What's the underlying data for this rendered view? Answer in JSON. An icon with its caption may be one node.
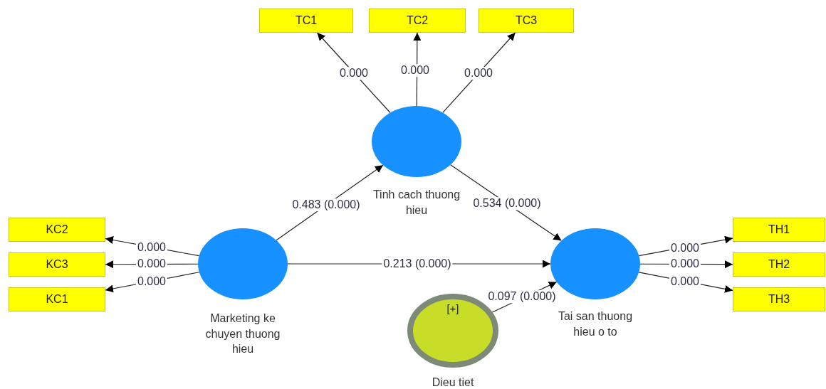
{
  "diagram": {
    "nodes": [
      {
        "text": [
          "TC1"
        ]
      },
      {
        "text": [
          "TC2"
        ]
      },
      {
        "text": [
          "TC3"
        ]
      },
      {
        "text": [
          "Tinh cach thuong hieu"
        ]
      },
      {
        "text": [
          "KC2"
        ]
      },
      {
        "text": [
          "KC3"
        ]
      },
      {
        "text": [
          "KC1"
        ]
      },
      {
        "text": [
          "Marketing ke chuyen thuong hieu"
        ]
      },
      {
        "text": [
          "Tai san thuong hieu o to"
        ]
      },
      {
        "text": [
          "TH1"
        ]
      },
      {
        "text": [
          "TH2"
        ]
      },
      {
        "text": [
          "TH3"
        ]
      },
      {
        "text": [
          "[+]",
          "Dieu tiet"
        ]
      }
    ],
    "edges": [
      {
        "from": 3,
        "to": 0,
        "arrow": "to",
        "label": "0.000"
      },
      {
        "from": 3,
        "to": 1,
        "arrow": "to",
        "label": "0.000"
      },
      {
        "from": 3,
        "to": 2,
        "arrow": "to",
        "label": "0.000"
      },
      {
        "from": 7,
        "to": 4,
        "arrow": "to",
        "label": "0.000"
      },
      {
        "from": 7,
        "to": 5,
        "arrow": "to",
        "label": "0.000"
      },
      {
        "from": 7,
        "to": 6,
        "arrow": "to",
        "label": "0.000"
      },
      {
        "from": 8,
        "to": 9,
        "arrow": "to",
        "label": "0.000"
      },
      {
        "from": 8,
        "to": 10,
        "arrow": "to",
        "label": "0.000"
      },
      {
        "from": 8,
        "to": 11,
        "arrow": "to",
        "label": "0.000"
      },
      {
        "from": 7,
        "to": 3,
        "arrow": "to",
        "label": "0.483 (0.000)"
      },
      {
        "from": 3,
        "to": 8,
        "arrow": "to",
        "label": "0.534 (0.000)"
      },
      {
        "from": 7,
        "to": 8,
        "arrow": "to",
        "label": "0.213 (0.000)"
      },
      {
        "from": 12,
        "to": 8,
        "arrow": "to",
        "label": "0.097 (0.000)"
      }
    ]
  }
}
